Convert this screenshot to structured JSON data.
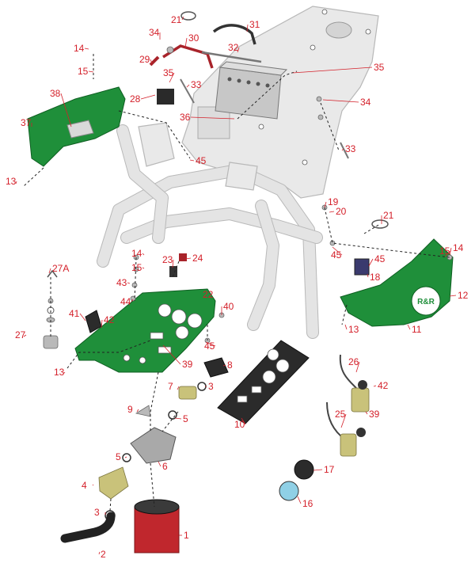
{
  "diagram": {
    "callouts": [
      {
        "id": "c1",
        "text": "1"
      },
      {
        "id": "c2",
        "text": "2"
      },
      {
        "id": "c3a",
        "text": "3"
      },
      {
        "id": "c3b",
        "text": "3"
      },
      {
        "id": "c4",
        "text": "4"
      },
      {
        "id": "c5a",
        "text": "5"
      },
      {
        "id": "c5b",
        "text": "5"
      },
      {
        "id": "c6",
        "text": "6"
      },
      {
        "id": "c7",
        "text": "7"
      },
      {
        "id": "c8",
        "text": "8"
      },
      {
        "id": "c9",
        "text": "9"
      },
      {
        "id": "c10",
        "text": "10"
      },
      {
        "id": "c11",
        "text": "11"
      },
      {
        "id": "c12",
        "text": "12"
      },
      {
        "id": "c13a",
        "text": "13"
      },
      {
        "id": "c13b",
        "text": "13"
      },
      {
        "id": "c13c",
        "text": "13"
      },
      {
        "id": "c14a",
        "text": "14"
      },
      {
        "id": "c14b",
        "text": "14"
      },
      {
        "id": "c14c",
        "text": "14"
      },
      {
        "id": "c15a",
        "text": "15"
      },
      {
        "id": "c15b",
        "text": "15"
      },
      {
        "id": "c15c",
        "text": "15"
      },
      {
        "id": "c16",
        "text": "16"
      },
      {
        "id": "c17",
        "text": "17"
      },
      {
        "id": "c18",
        "text": "18"
      },
      {
        "id": "c19",
        "text": "19"
      },
      {
        "id": "c20",
        "text": "20"
      },
      {
        "id": "c21a",
        "text": "21"
      },
      {
        "id": "c21b",
        "text": "21"
      },
      {
        "id": "c22",
        "text": "22"
      },
      {
        "id": "c23",
        "text": "23"
      },
      {
        "id": "c24",
        "text": "24"
      },
      {
        "id": "c25",
        "text": "25"
      },
      {
        "id": "c26",
        "text": "26"
      },
      {
        "id": "c27",
        "text": "27"
      },
      {
        "id": "c27a",
        "text": "27A"
      },
      {
        "id": "c28",
        "text": "28"
      },
      {
        "id": "c29",
        "text": "29"
      },
      {
        "id": "c30",
        "text": "30"
      },
      {
        "id": "c31",
        "text": "31"
      },
      {
        "id": "c32",
        "text": "32"
      },
      {
        "id": "c33a",
        "text": "33"
      },
      {
        "id": "c33b",
        "text": "33"
      },
      {
        "id": "c34a",
        "text": "34"
      },
      {
        "id": "c34b",
        "text": "34"
      },
      {
        "id": "c35a",
        "text": "35"
      },
      {
        "id": "c35b",
        "text": "35"
      },
      {
        "id": "c36",
        "text": "36"
      },
      {
        "id": "c37",
        "text": "37"
      },
      {
        "id": "c38",
        "text": "38"
      },
      {
        "id": "c39a",
        "text": "39"
      },
      {
        "id": "c39b",
        "text": "39"
      },
      {
        "id": "c40",
        "text": "40"
      },
      {
        "id": "c41",
        "text": "41"
      },
      {
        "id": "c42a",
        "text": "42"
      },
      {
        "id": "c42b",
        "text": "42"
      },
      {
        "id": "c43",
        "text": "43"
      },
      {
        "id": "c44",
        "text": "44"
      },
      {
        "id": "c45a",
        "text": "45"
      },
      {
        "id": "c45b",
        "text": "45"
      },
      {
        "id": "c45c",
        "text": "45"
      },
      {
        "id": "c45d",
        "text": "45"
      }
    ],
    "logo_text": "R&R",
    "colors": {
      "callout": "#d4202a",
      "panel_green": "#1f8f3a",
      "frame_gray": "#e9e9e9",
      "filter_red": "#c0272d",
      "fitting_yellow": "#c9c27a"
    }
  }
}
